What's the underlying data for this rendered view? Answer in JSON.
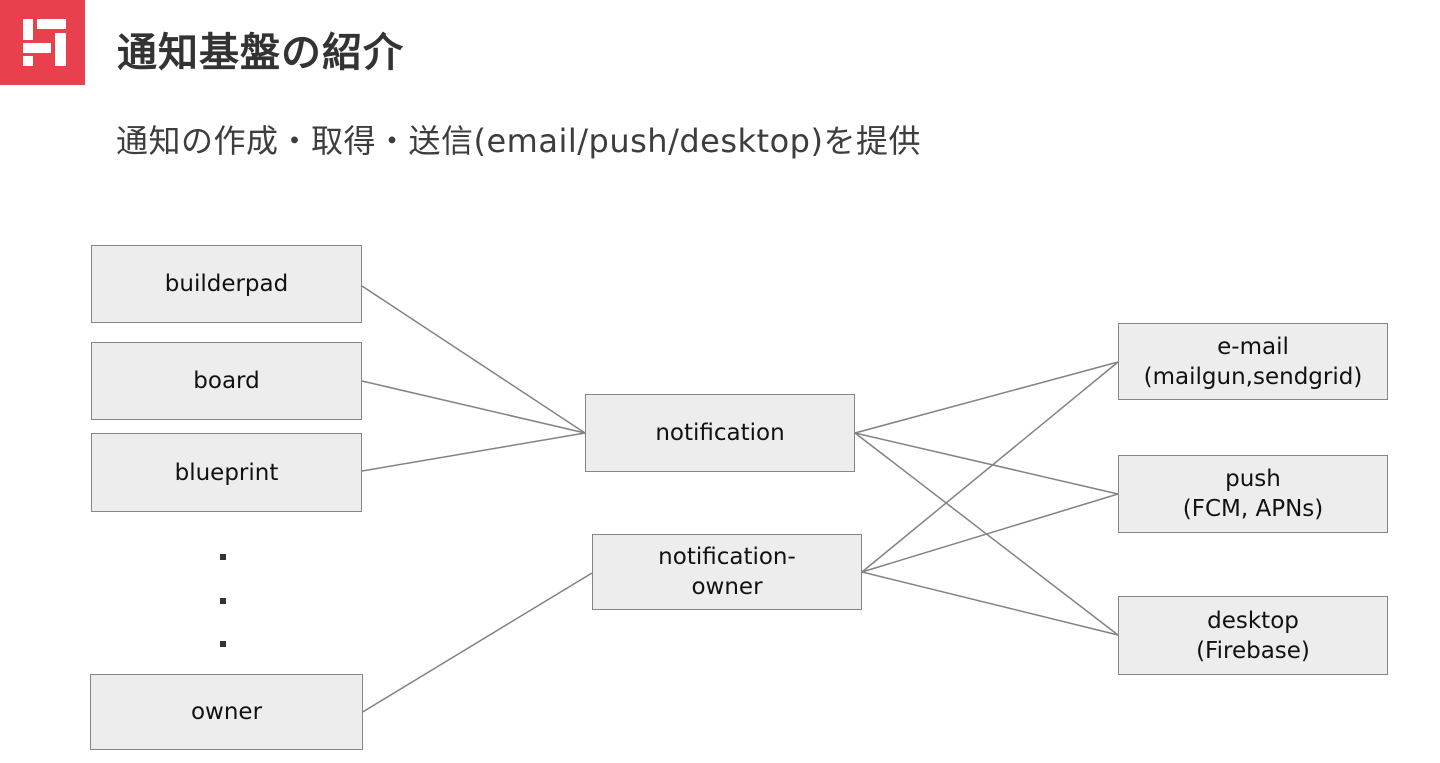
{
  "header": {
    "title": "通知基盤の紹介",
    "subtitle": "通知の作成・取得・送信(email/push/desktop)を提供"
  },
  "logo": {
    "brand_color": "#e8414d",
    "glyph": "blocky-h-monogram"
  },
  "diagram": {
    "sources": [
      {
        "id": "builderpad",
        "label": "builderpad"
      },
      {
        "id": "board",
        "label": "board"
      },
      {
        "id": "blueprint",
        "label": "blueprint"
      },
      {
        "id": "owner",
        "label": "owner"
      }
    ],
    "ellipsis_dots": 3,
    "services": [
      {
        "id": "notification",
        "label": "notification"
      },
      {
        "id": "notification-owner",
        "label": "notification-owner",
        "label_line1": "notification-",
        "label_line2": "owner"
      }
    ],
    "channels": [
      {
        "id": "email",
        "label": "e-mail",
        "sublabel": "(mailgun,sendgrid)"
      },
      {
        "id": "push",
        "label": "push",
        "sublabel": "(FCM, APNs)"
      },
      {
        "id": "desktop",
        "label": "desktop",
        "sublabel": "(Firebase)"
      }
    ],
    "edges": [
      [
        "builderpad",
        "notification"
      ],
      [
        "board",
        "notification"
      ],
      [
        "blueprint",
        "notification"
      ],
      [
        "owner",
        "notification-owner"
      ],
      [
        "notification",
        "email"
      ],
      [
        "notification",
        "push"
      ],
      [
        "notification",
        "desktop"
      ],
      [
        "notification-owner",
        "email"
      ],
      [
        "notification-owner",
        "push"
      ],
      [
        "notification-owner",
        "desktop"
      ]
    ],
    "colors": {
      "box_fill": "#ededed",
      "box_border": "#868686",
      "connector": "#828282",
      "text": "#111111",
      "title_text": "#333333"
    }
  }
}
